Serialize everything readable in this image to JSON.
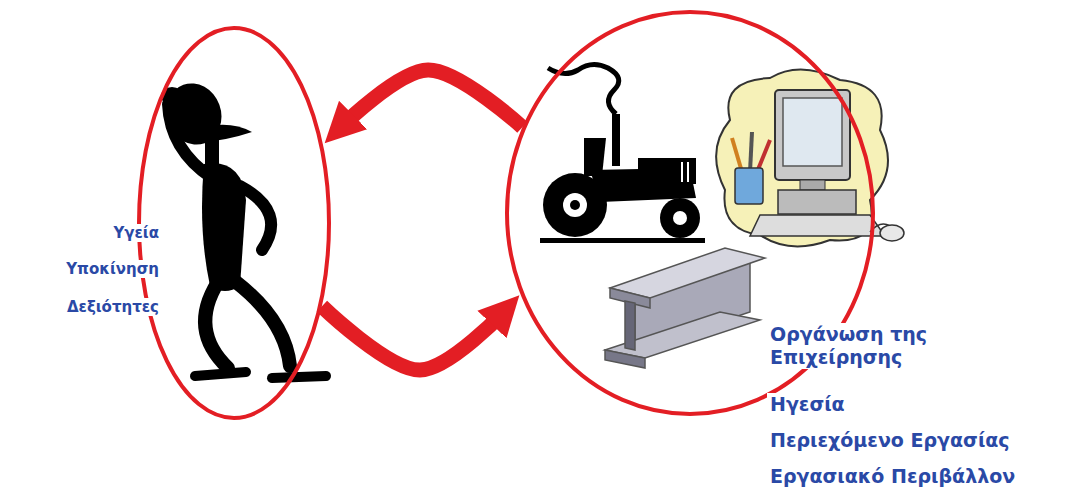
{
  "diagram": {
    "nodes": [
      {
        "text": [
          "Υγεία",
          "Υποκίνηση",
          "Δεξιότητες"
        ]
      },
      {
        "text": [
          "Οργάνωση της Επιχείρησης",
          "Ηγεσία",
          "Περιεχόμενο Εργασίας",
          "Εργασιακό Περιβάλλον"
        ]
      }
    ],
    "edges": [
      {
        "from": 1,
        "to": 0,
        "arrow": "to"
      },
      {
        "from": 0,
        "to": 1,
        "arrow": "to"
      }
    ]
  }
}
